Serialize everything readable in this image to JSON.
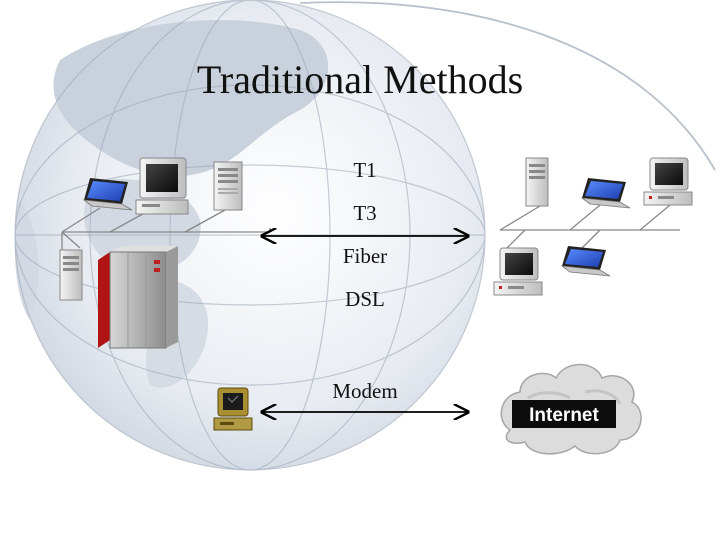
{
  "title": "Traditional Methods",
  "connections": [
    "T1",
    "T3",
    "Fiber",
    "DSL"
  ],
  "dialup": {
    "label": "Modem",
    "cloud_text": "Internet"
  }
}
